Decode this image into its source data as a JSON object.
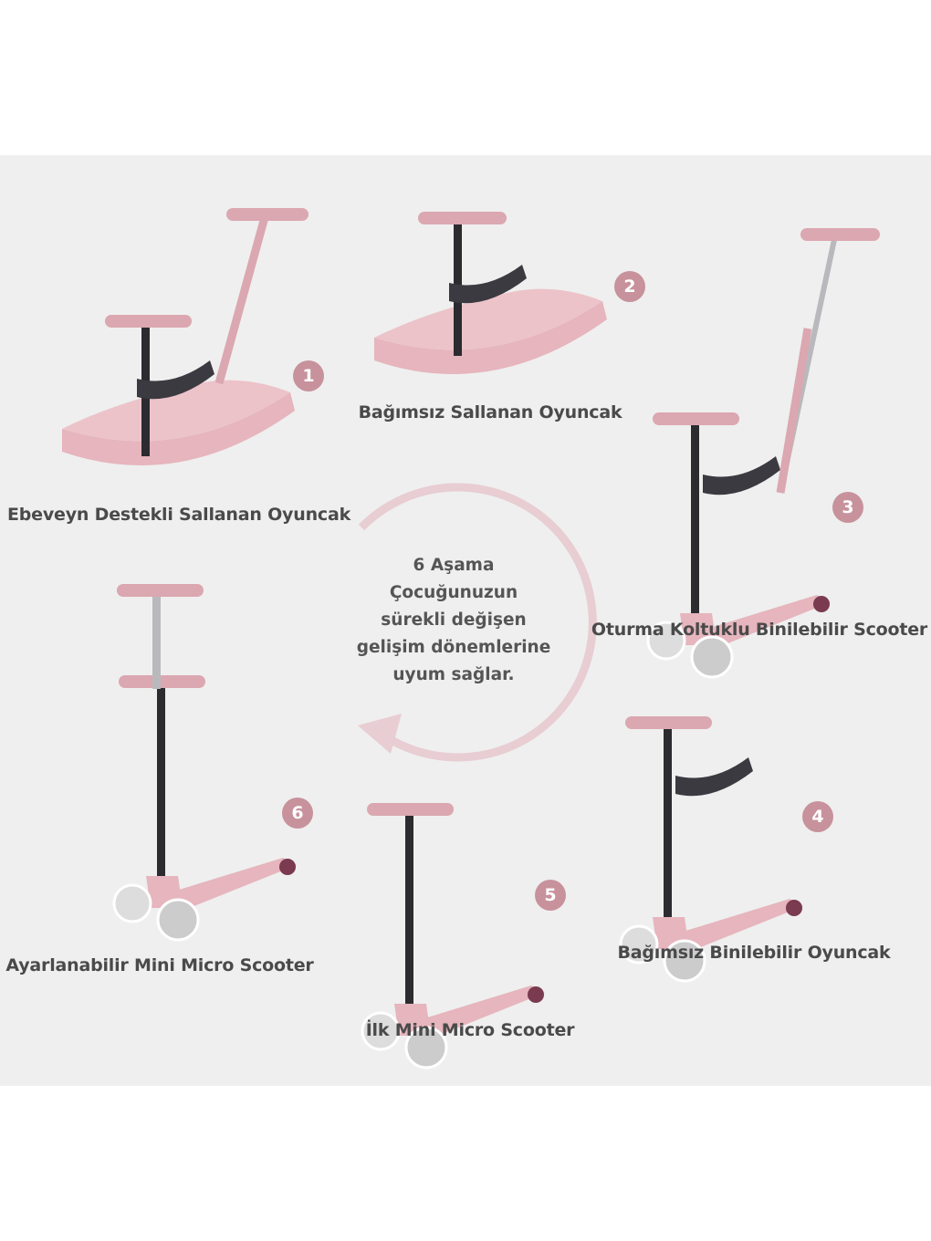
{
  "colors": {
    "panel": "#efefef",
    "badge": "#c7929c",
    "arrow": "#e8cdd3",
    "deck": "#e6b5bd",
    "stem": "#2b2b30"
  },
  "center_text": [
    "6 Aşama",
    "Çocuğunuzun",
    "sürekli değişen",
    "gelişim dönemlerine",
    "uyum sağlar."
  ],
  "stages": [
    {
      "number": "1",
      "label": "Ebeveyn Destekli Sallanan Oyuncak"
    },
    {
      "number": "2",
      "label": "Bağımsız Sallanan Oyuncak"
    },
    {
      "number": "3",
      "label": "Oturma Koltuklu Binilebilir Scooter"
    },
    {
      "number": "4",
      "label": "Bağımsız Binilebilir Oyuncak"
    },
    {
      "number": "5",
      "label": "İlk Mini Micro Scooter"
    },
    {
      "number": "6",
      "label": "Ayarlanabilir Mini Micro Scooter"
    }
  ]
}
